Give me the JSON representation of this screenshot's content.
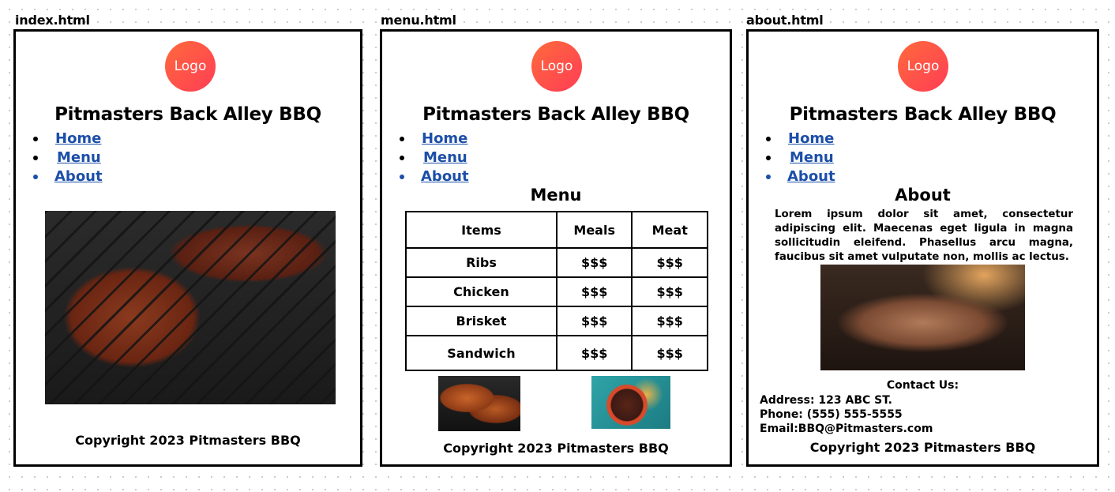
{
  "pages": {
    "index": {
      "filename": "index.html",
      "logo": "Logo",
      "title": "Pitmasters Back Alley BBQ",
      "nav": [
        "Home",
        "Menu",
        "About"
      ],
      "copyright": "Copyright 2023 Pitmasters BBQ"
    },
    "menu": {
      "filename": "menu.html",
      "logo": "Logo",
      "title": "Pitmasters Back Alley BBQ",
      "nav": [
        "Home",
        "Menu",
        "About"
      ],
      "heading": "Menu",
      "table": {
        "headers": [
          "Items",
          "Meals",
          "Meat"
        ],
        "rows": [
          [
            "Ribs",
            "$$$",
            "$$$"
          ],
          [
            "Chicken",
            "$$$",
            "$$$"
          ],
          [
            "Brisket",
            "$$$",
            "$$$"
          ],
          [
            "Sandwich",
            "$$$",
            "$$$"
          ]
        ]
      },
      "copyright": "Copyright 2023 Pitmasters BBQ"
    },
    "about": {
      "filename": "about.html",
      "logo": "Logo",
      "title": "Pitmasters Back Alley BBQ",
      "nav": [
        "Home",
        "Menu",
        "About"
      ],
      "heading": "About",
      "body": "Lorem ipsum dolor sit amet, consectetur adipiscing elit. Maecenas eget ligula in magna sollicitudin eleifend. Phasellus arcu magna, faucibus sit amet vulputate non, mollis ac lectus.",
      "contact_heading": "Contact Us:",
      "address": "Address: 123 ABC ST.",
      "phone": "Phone: (555) 555-5555",
      "email": "Email:BBQ@Pitmasters.com",
      "copyright": "Copyright 2023 Pitmasters BBQ"
    }
  },
  "colors": {
    "link": "#1c4fa8",
    "logo_gradient_start": "#ff6a3c",
    "logo_gradient_end": "#ff3d55"
  }
}
